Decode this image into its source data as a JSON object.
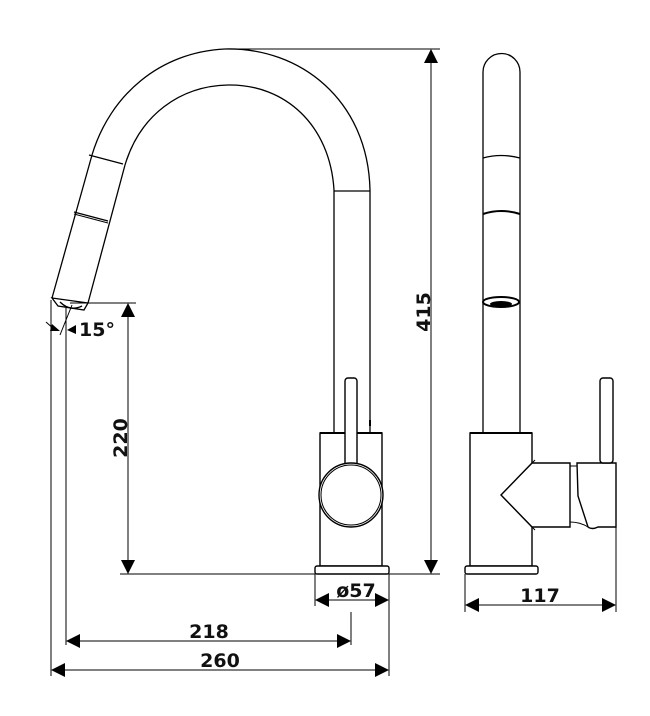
{
  "drawing": {
    "subject": "Kitchen mixer tap with pull-out spout",
    "views": [
      "front-view",
      "side-view"
    ]
  },
  "dimensions": {
    "total_height": "415",
    "spout_height": "220",
    "spout_angle": "15°",
    "base_diameter": "ø57",
    "spout_reach": "218",
    "total_width": "260",
    "side_depth": "117"
  },
  "colors": {
    "line": "#000000",
    "background": "#ffffff",
    "text": "#111111"
  }
}
